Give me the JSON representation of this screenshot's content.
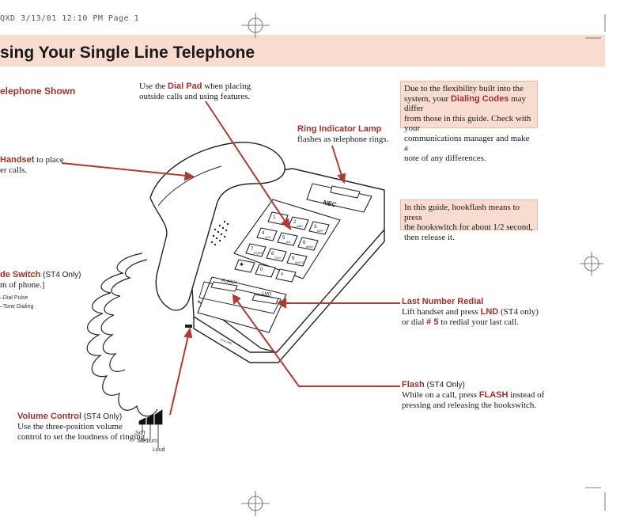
{
  "header": {
    "printer_line": "QXD  3/13/01  12:10 PM  Page 1",
    "title": "sing Your Single Line Telephone",
    "subtitle": "elephone Shown"
  },
  "callouts": {
    "dial_pad": {
      "pre": "Use the ",
      "term": "Dial Pad",
      "line1_post": " when placing",
      "line2": "outside calls and using features."
    },
    "ring_lamp": {
      "term": "Ring Indicator Lamp",
      "desc": "flashes as telephone rings."
    },
    "handset": {
      "term": "Handset",
      "line1_post": " to place",
      "line2": "er calls."
    },
    "mode_switch": {
      "term": "de Switch",
      "qualifier": " (ST4 Only)",
      "line2": "m of phone.]",
      "opt1": "–Dial Pulse",
      "opt2": "–Tone Dialing"
    },
    "lnr": {
      "term": "Last Number Redial",
      "line1_pre": "Lift handset and press ",
      "line1_term": "LND",
      "line1_post": " (ST4 only)",
      "line2_pre": "or dial ",
      "line2_term": "# 5",
      "line2_post": " to redial your last call."
    },
    "flash": {
      "term": "Flash",
      "qualifier": " (ST4 Only)",
      "line1_pre": "While on a call, press ",
      "line1_term": "FLASH",
      "line1_post": " instead of",
      "line2": "pressing and releasing the hookswitch."
    },
    "volume": {
      "term": "Volume Control",
      "qualifier": " (ST4 Only)",
      "line2": "Use the three-position volume",
      "line3": "control to set the loudness of ringing.",
      "levels": [
        "Soft",
        "Medium",
        "Loud"
      ]
    }
  },
  "notes": {
    "dialing_codes": {
      "line1": "Due to the flexibility built into the",
      "line2_pre": "system, your ",
      "line2_term": "Dialing Codes",
      "line2_post": " may differ",
      "line3": "from those in this guide. Check with your",
      "line4": "communications manager and make a",
      "line5": "note of any differences."
    },
    "hookflash": {
      "line1": "In this guide, hookflash means to press",
      "line2": "the hookswitch for about 1/2 second,",
      "line3": "then release it."
    }
  },
  "phone": {
    "brand": "NEC",
    "keys": [
      {
        "digit": "1",
        "letters": ""
      },
      {
        "digit": "2",
        "letters": "ABC"
      },
      {
        "digit": "3",
        "letters": "DEF"
      },
      {
        "digit": "4",
        "letters": "GHI"
      },
      {
        "digit": "5",
        "letters": "JKL"
      },
      {
        "digit": "6",
        "letters": "MNO"
      },
      {
        "digit": "7",
        "letters": "PQRS"
      },
      {
        "digit": "8",
        "letters": "TUV"
      },
      {
        "digit": "9",
        "letters": "WXYZ"
      },
      {
        "digit": "✱",
        "letters": ""
      },
      {
        "digit": "0",
        "letters": ""
      },
      {
        "digit": "#",
        "letters": ""
      }
    ],
    "flash_label": "FLASH",
    "lnd_label": "LND",
    "model_label": "ST4-AMI"
  },
  "colors": {
    "accent": "#a0302a",
    "banner": "#f7dccf",
    "arrow": "#b03a32"
  }
}
